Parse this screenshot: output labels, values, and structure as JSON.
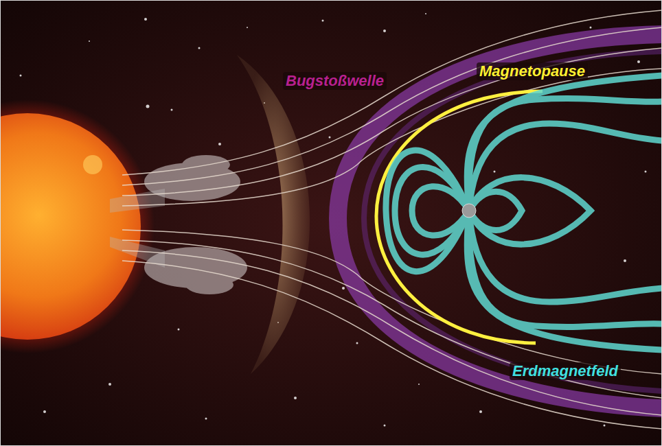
{
  "diagram": {
    "labels": [
      "Bugstoßwelle",
      "Magnetopause",
      "Erdmagnetfeld"
    ]
  }
}
